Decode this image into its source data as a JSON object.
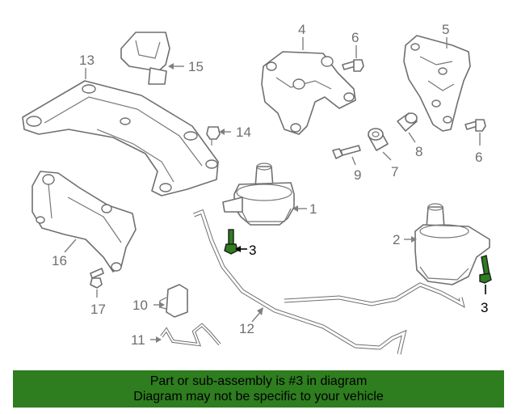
{
  "callouts": {
    "c1": "1",
    "c2": "2",
    "c3a": "3",
    "c3b": "3",
    "c4": "4",
    "c5": "5",
    "c6a": "6",
    "c6b": "6",
    "c7": "7",
    "c8": "8",
    "c9": "9",
    "c10": "10",
    "c11": "11",
    "c12": "12",
    "c13": "13",
    "c14": "14",
    "c15": "15",
    "c16": "16",
    "c17": "17"
  },
  "banner": {
    "line1": "Part or sub-assembly is #3 in diagram",
    "line2": "Diagram may not be specific to your vehicle"
  },
  "colors": {
    "highlight": "#2e7d1f",
    "linework": "#6f6f6f"
  }
}
